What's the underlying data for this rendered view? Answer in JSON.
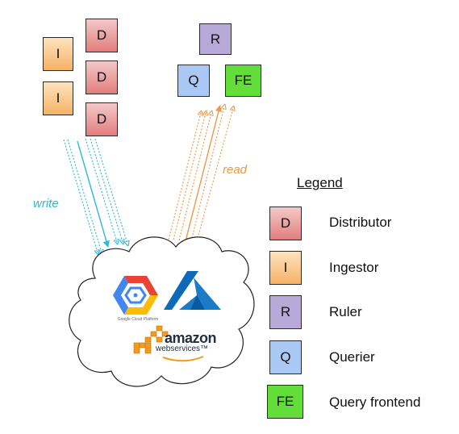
{
  "diagram": {
    "components": {
      "distributor_label": "D",
      "ingestor_label": "I",
      "ruler_label": "R",
      "querier_label": "Q",
      "frontend_label": "FE"
    },
    "flows": {
      "write": "write",
      "read": "read"
    },
    "cloud": {
      "gcp_caption": "Google Cloud Platform",
      "aws_main": "amazon",
      "aws_sub": "webservices™"
    },
    "legend": {
      "title": "Legend",
      "items": [
        {
          "symbol": "D",
          "label": "Distributor"
        },
        {
          "symbol": "I",
          "label": "Ingestor"
        },
        {
          "symbol": "R",
          "label": "Ruler"
        },
        {
          "symbol": "Q",
          "label": "Querier"
        },
        {
          "symbol": "FE",
          "label": "Query frontend"
        }
      ]
    },
    "colors": {
      "write": "#2fb8d6",
      "read": "#e69a4a"
    }
  }
}
